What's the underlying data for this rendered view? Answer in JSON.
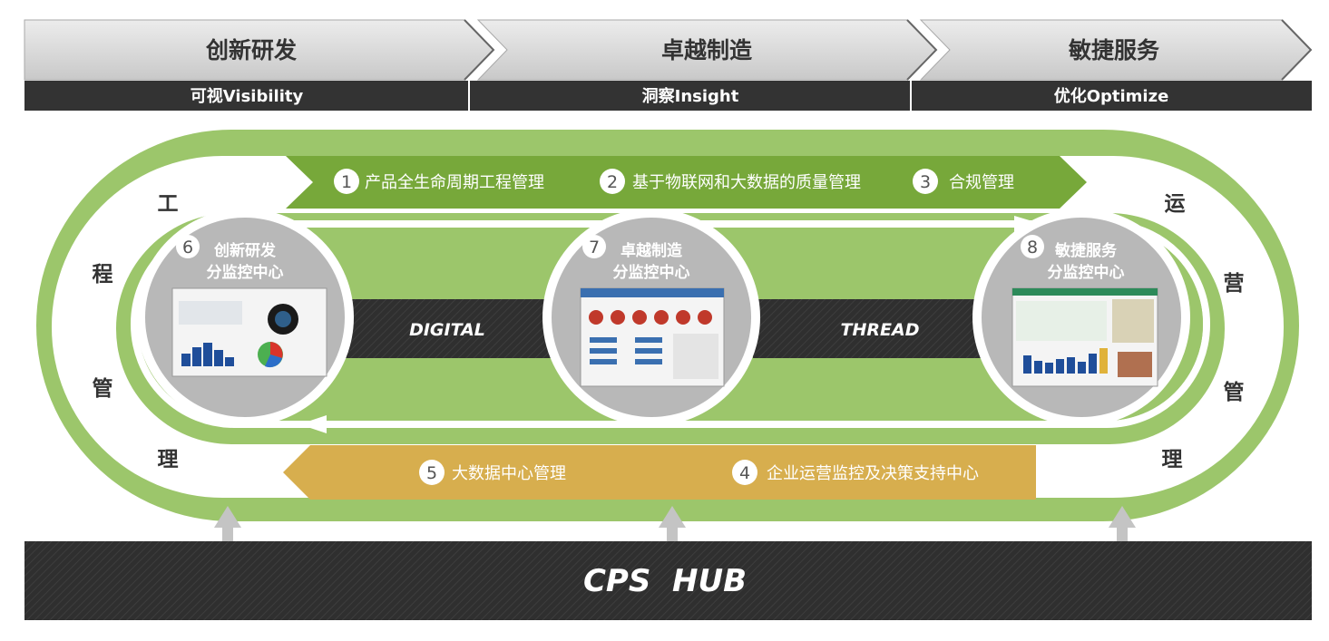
{
  "phases": [
    {
      "title": "创新研发",
      "subtitle": "可视Visibility"
    },
    {
      "title": "卓越制造",
      "subtitle": "洞察Insight"
    },
    {
      "title": "敏捷服务",
      "subtitle": "优化Optimize"
    }
  ],
  "left_loop": {
    "chars": [
      "工",
      "程",
      "管",
      "理"
    ]
  },
  "right_loop": {
    "chars": [
      "运",
      "营",
      "管",
      "理"
    ]
  },
  "top_band": {
    "items": [
      {
        "num": "1",
        "label": "产品全生命周期工程管理"
      },
      {
        "num": "2",
        "label": "基于物联网和大数据的质量管理"
      },
      {
        "num": "3",
        "label": "合规管理"
      }
    ]
  },
  "bottom_band": {
    "items": [
      {
        "num": "5",
        "label": "大数据中心管理"
      },
      {
        "num": "4",
        "label": "企业运营监控及决策支持中心"
      }
    ]
  },
  "centers": [
    {
      "num": "6",
      "line1": "创新研发",
      "line2": "分监控中心"
    },
    {
      "num": "7",
      "line1": "卓越制造",
      "line2": "分监控中心"
    },
    {
      "num": "8",
      "line1": "敏捷服务",
      "line2": "分监控中心"
    }
  ],
  "thread": {
    "left": "DIGITAL",
    "right": "THREAD"
  },
  "hub": {
    "label": "CPS  HUB"
  },
  "colors": {
    "green_outer": "#9cc66b",
    "green_band": "#77a83a",
    "gold_band": "#d7ae4e",
    "dark": "#333333",
    "gray": "#c4c4c4"
  }
}
